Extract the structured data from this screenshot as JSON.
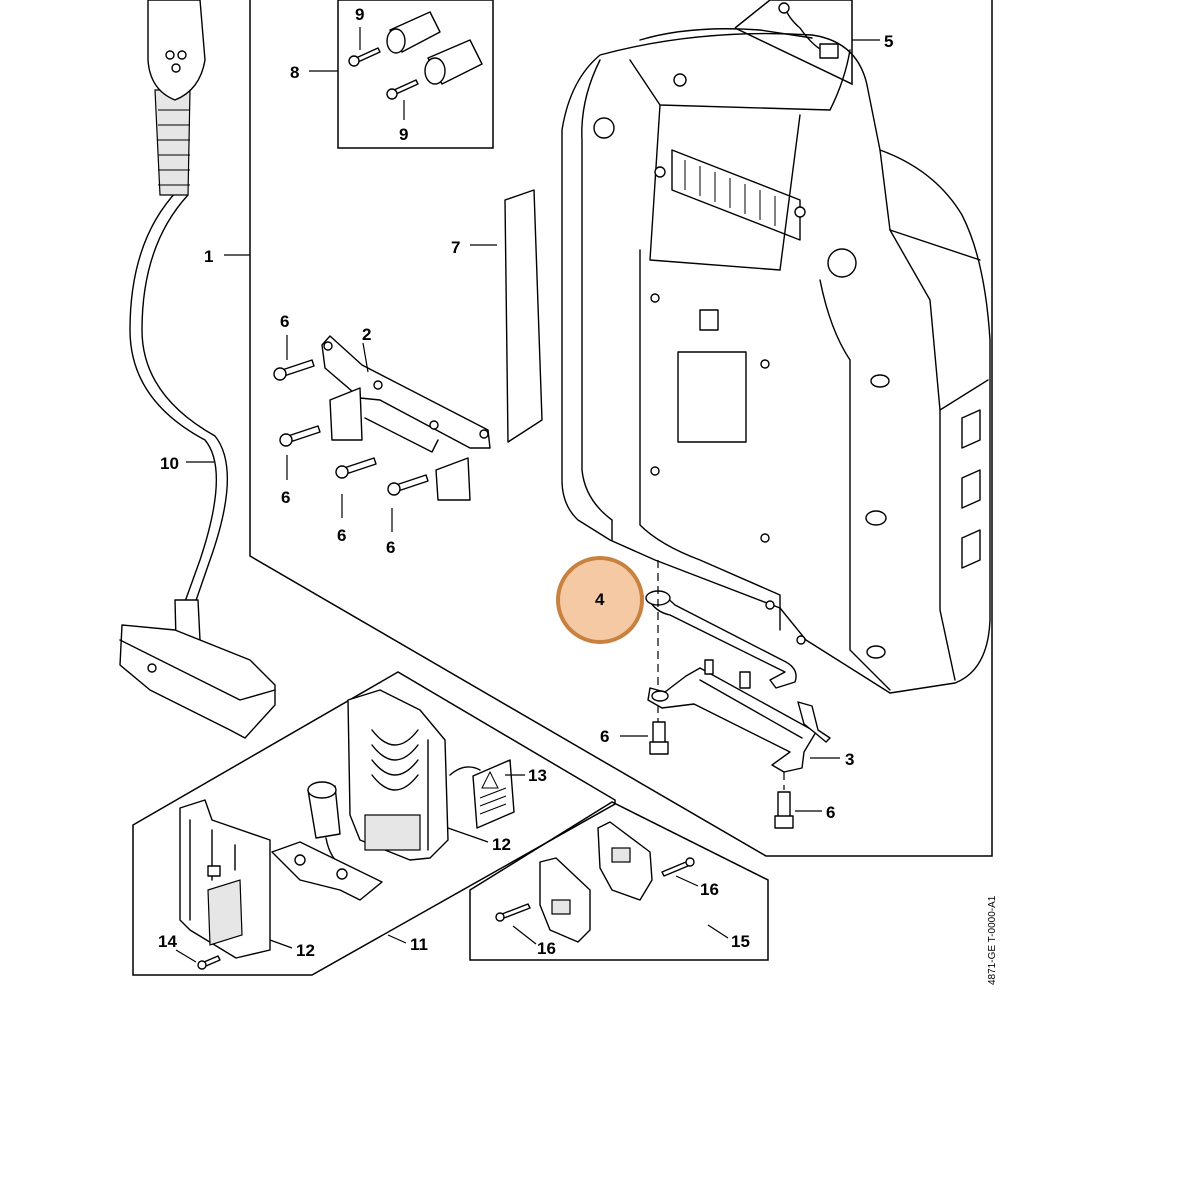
{
  "diagram": {
    "doc_code": "4871-GE T-0000-A1",
    "highlight": {
      "label": "4",
      "fill": "#f4c9a4",
      "stroke": "#c8813f"
    },
    "callouts": {
      "c1": "1",
      "c2": "2",
      "c3": "3",
      "c4": "4",
      "c5": "5",
      "c6a": "6",
      "c6b": "6",
      "c6c": "6",
      "c6d": "6",
      "c6e": "6",
      "c6f": "6",
      "c7": "7",
      "c8": "8",
      "c9a": "9",
      "c9b": "9",
      "c10": "10",
      "c11": "11",
      "c12a": "12",
      "c12b": "12",
      "c13": "13",
      "c14": "14",
      "c15": "15",
      "c16a": "16",
      "c16b": "16"
    }
  }
}
